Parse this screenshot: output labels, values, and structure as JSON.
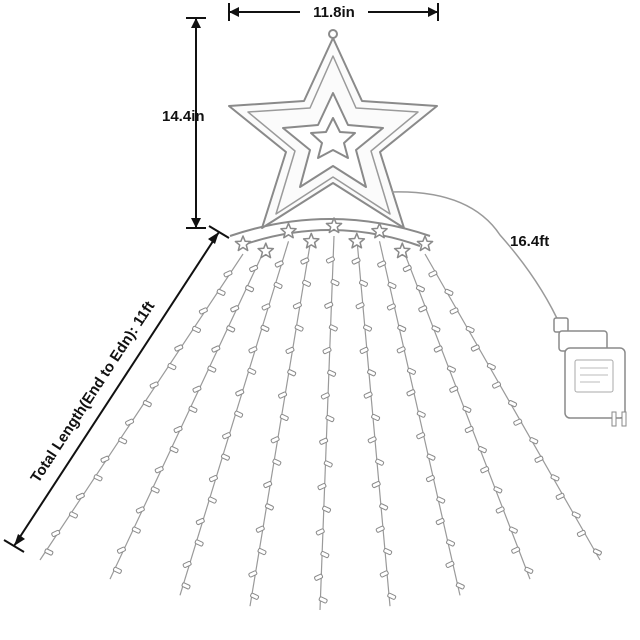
{
  "dimensions": {
    "width_label": "11.8in",
    "height_label": "14.4in",
    "cable_label": "16.4ft",
    "total_length_label": "Total Length(End to Edn): 11ft"
  },
  "colors": {
    "outline": "#8a8a8a",
    "wire": "#9a9a9a",
    "dimension_line": "#111111",
    "background": "#ffffff"
  },
  "product": {
    "strand_count": 9,
    "mini_star_count": 9
  }
}
